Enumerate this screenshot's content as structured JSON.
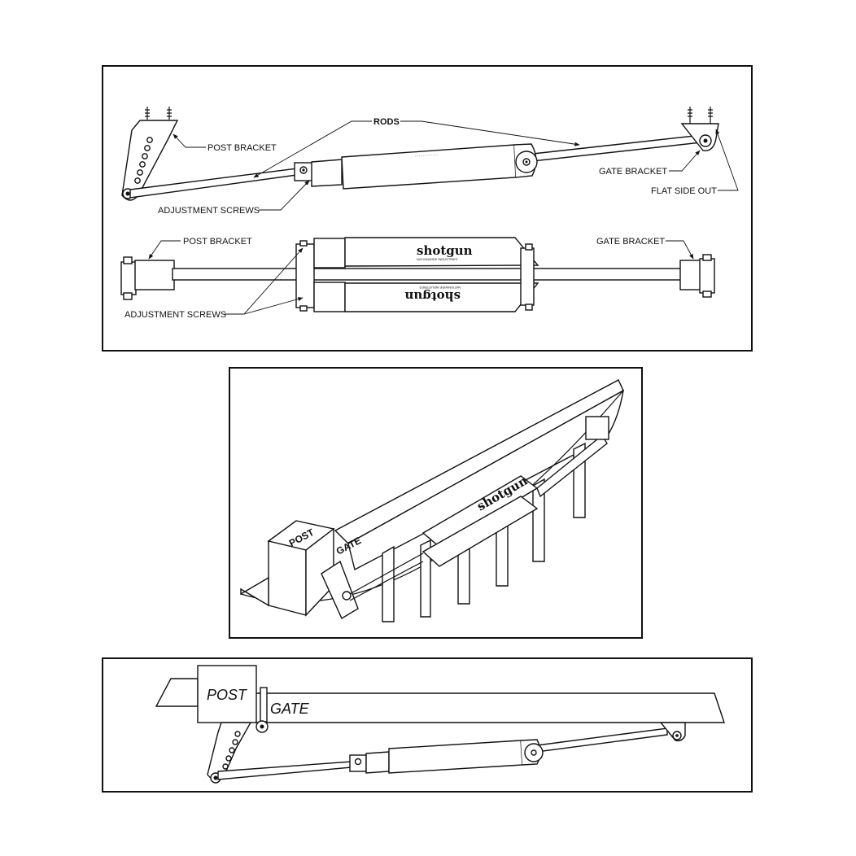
{
  "panel1": {
    "label_rods": "RODS",
    "label_post_bracket": "POST BRACKET",
    "label_gate_bracket": "GATE BRACKET",
    "label_flat_side_out": "FLAT SIDE OUT",
    "label_adjustment_screws": "ADJUSTMENT SCREWS",
    "label_post_bracket_2": "POST BRACKET",
    "label_gate_bracket_2": "GATE BRACKET",
    "label_adjustment_screws_2": "ADJUSTMENT SCREWS",
    "brand_name": "shotgun",
    "brand_sub": "NATIONWIDE INDUSTRIES"
  },
  "panel2": {
    "post_tag": "POST",
    "gate_tag": "GATE",
    "brand_name": "shotgun"
  },
  "panel3": {
    "post_tag": "POST",
    "gate_tag": "GATE"
  },
  "colors": {
    "line": "#111111",
    "background": "#ffffff"
  }
}
